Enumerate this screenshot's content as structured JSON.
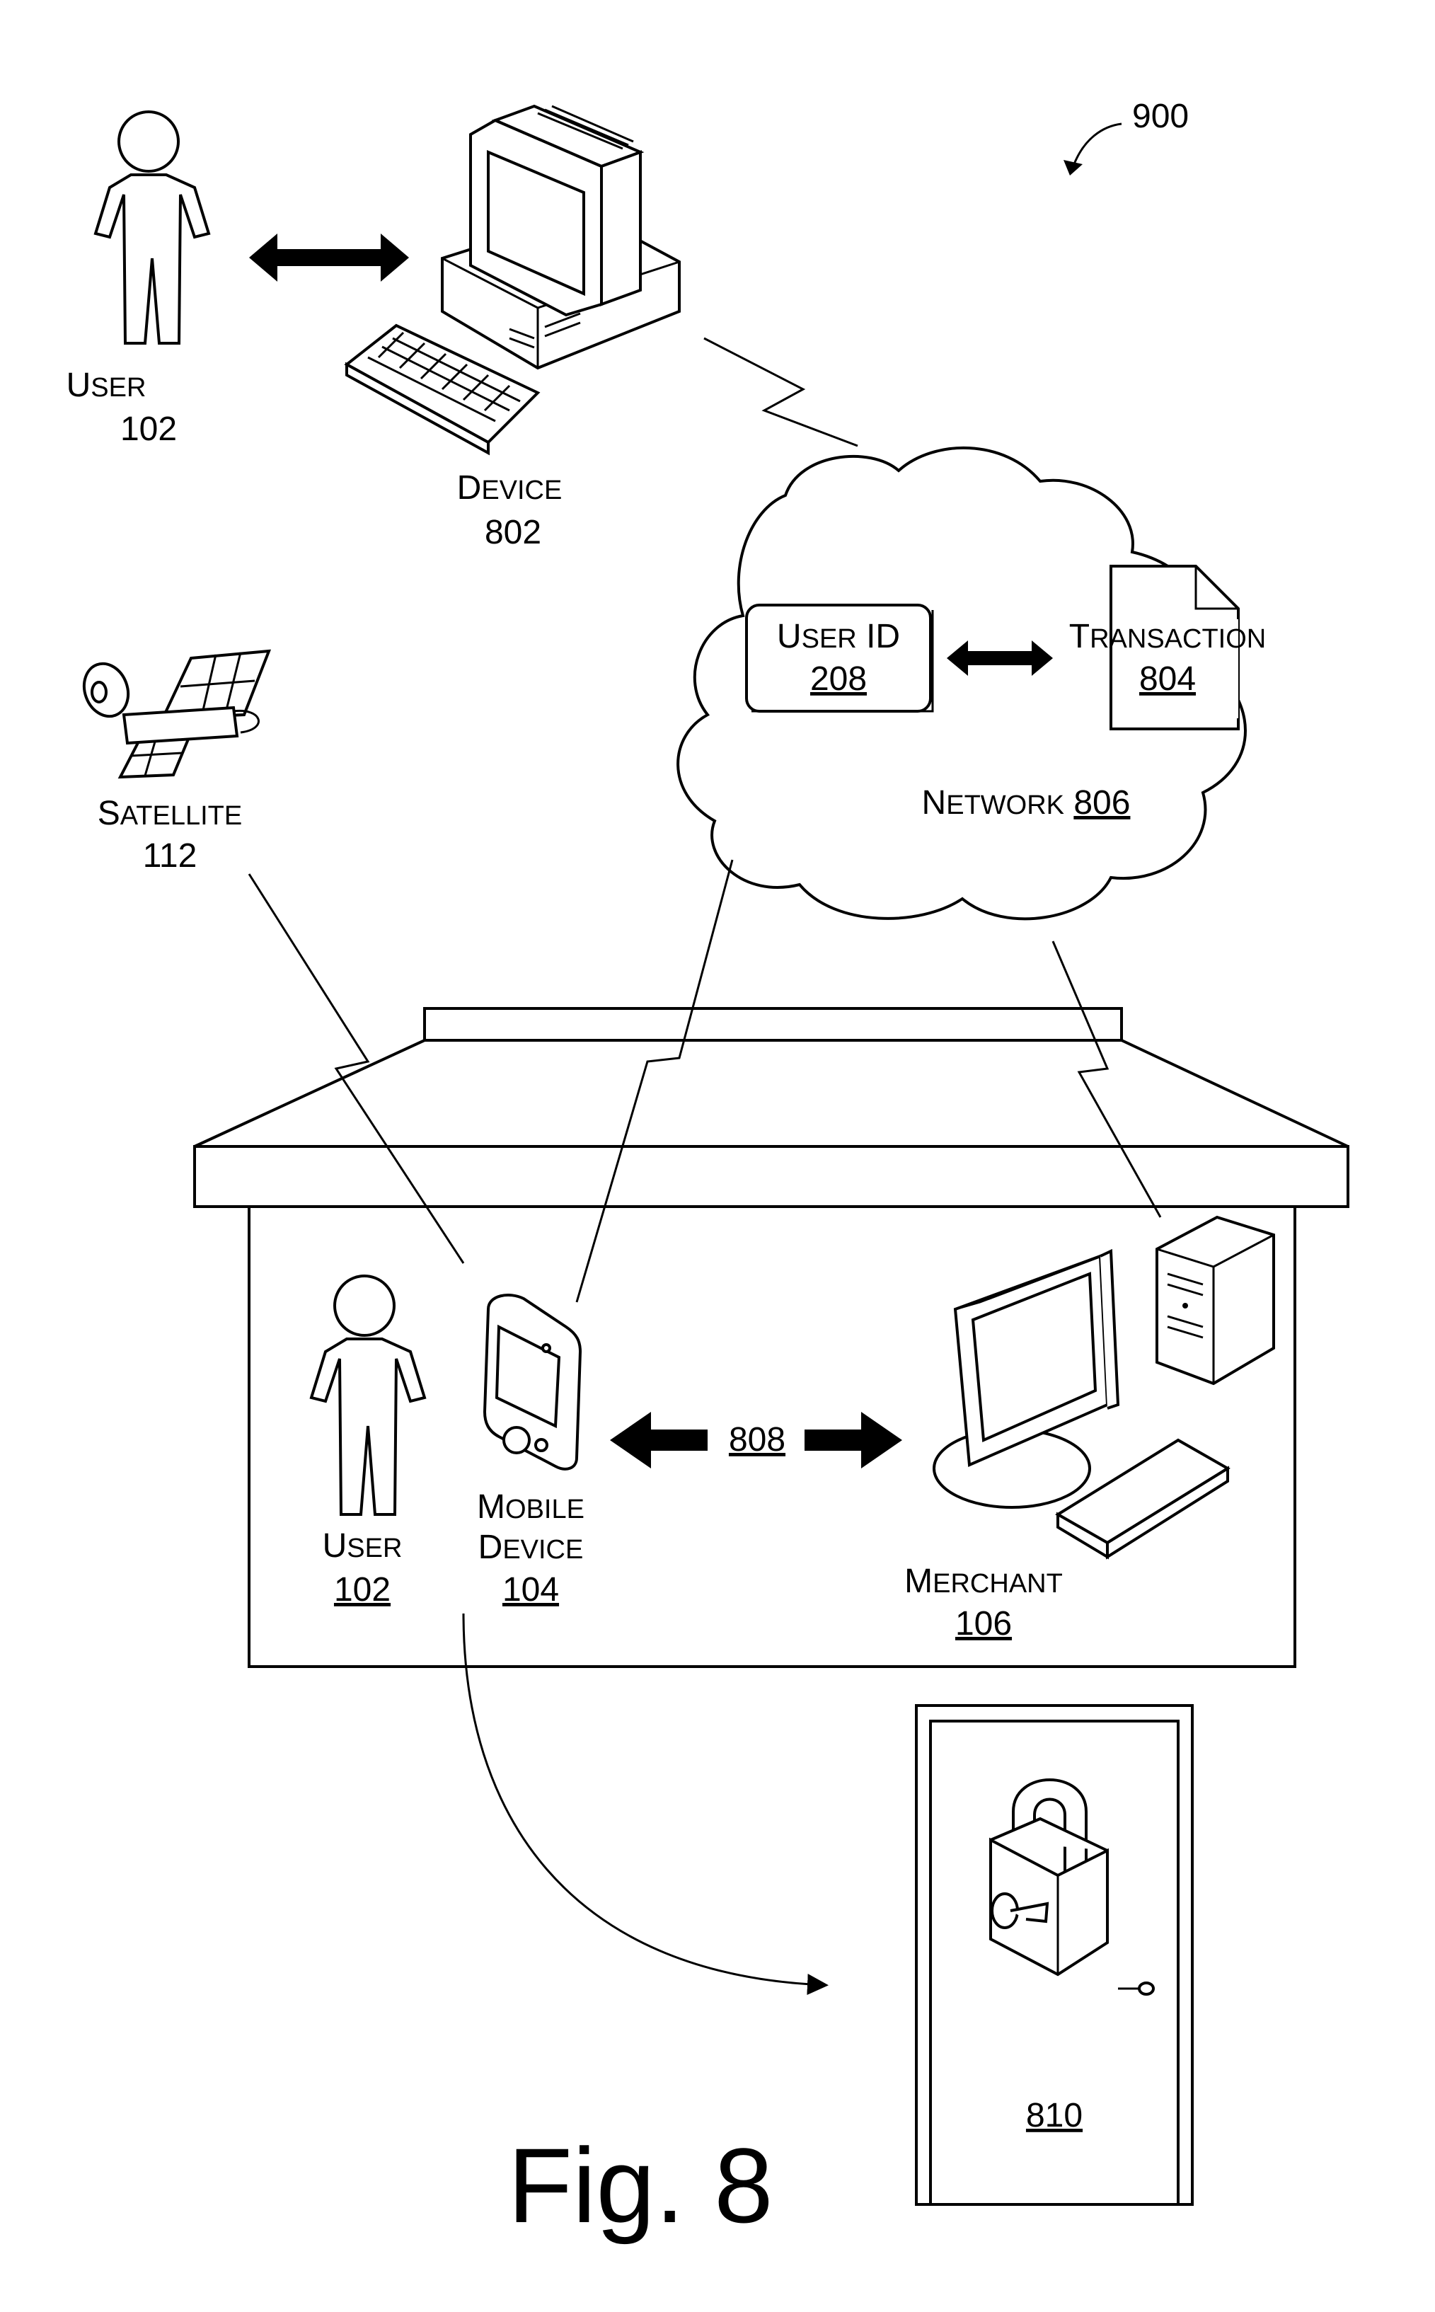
{
  "figure": {
    "ref_900": "900",
    "caption": "Fig. 8"
  },
  "user_top": {
    "label_first": "U",
    "label_rest": "SER",
    "number": "102"
  },
  "device": {
    "label_first": "D",
    "label_rest": "EVICE",
    "number": "802"
  },
  "satellite": {
    "label_first": "S",
    "label_rest": "ATELLITE",
    "number": "112"
  },
  "network": {
    "label_first": "N",
    "label_rest": "ETWORK",
    "number": "806",
    "user_id": {
      "label_first": "U",
      "label_rest": "SER",
      "label_suffix": " ID",
      "number": "208"
    },
    "transaction": {
      "label_first": "T",
      "label_rest": "RANSACTION",
      "number": "804"
    }
  },
  "store": {
    "user": {
      "label_first": "U",
      "label_rest": "SER",
      "number": "102"
    },
    "mobile_device": {
      "line1_first": "M",
      "line1_rest": "OBILE",
      "line2_first": "D",
      "line2_rest": "EVICE",
      "number": "104"
    },
    "link_number": "808",
    "merchant": {
      "label_first": "M",
      "label_rest": "ERCHANT",
      "number": "106"
    }
  },
  "door": {
    "number": "810"
  },
  "colors": {
    "ink": "#000000",
    "paper": "#ffffff",
    "screen": "#d9d9d9"
  }
}
